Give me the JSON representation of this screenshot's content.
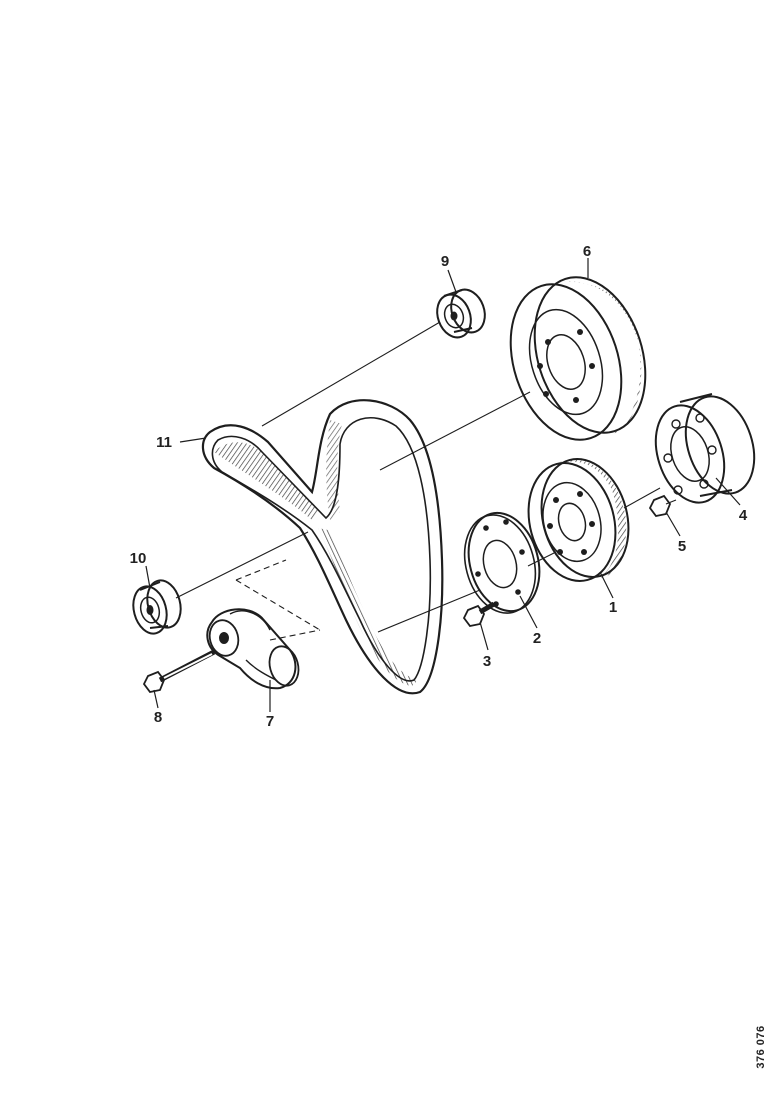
{
  "diagram": {
    "parts": [
      {
        "id": "1",
        "label": "1",
        "name": "crankshaft-pulley"
      },
      {
        "id": "2",
        "label": "2",
        "name": "damper-plate"
      },
      {
        "id": "3",
        "label": "3",
        "name": "pulley-bolt"
      },
      {
        "id": "4",
        "label": "4",
        "name": "alternator-pulley"
      },
      {
        "id": "5",
        "label": "5",
        "name": "alternator-pulley-bolt"
      },
      {
        "id": "6",
        "label": "6",
        "name": "large-pulley"
      },
      {
        "id": "7",
        "label": "7",
        "name": "belt-tensioner"
      },
      {
        "id": "8",
        "label": "8",
        "name": "tensioner-bolt"
      },
      {
        "id": "9",
        "label": "9",
        "name": "idler-pulley-upper"
      },
      {
        "id": "10",
        "label": "10",
        "name": "idler-pulley-lower"
      },
      {
        "id": "11",
        "label": "11",
        "name": "drive-belt"
      }
    ],
    "reference_code": "376 076"
  },
  "colors": {
    "ink": "#1e1e1e",
    "background": "#ffffff"
  }
}
